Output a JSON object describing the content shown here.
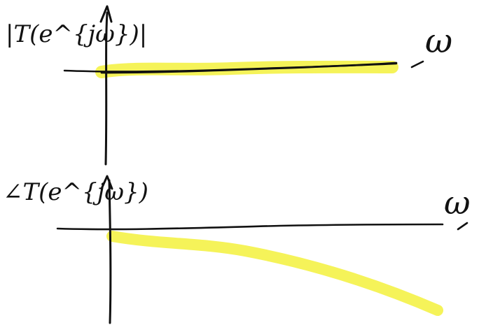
{
  "diagram": {
    "magnitude_plot": {
      "y_label": "|T(e^{jω})|",
      "x_label": "ω",
      "description_of_curve": "flat"
    },
    "phase_plot": {
      "y_label": "∠T(e^{jω})",
      "x_label": "ω",
      "description_of_curve": "decreasing"
    },
    "colors": {
      "ink": "#111111",
      "highlight": "#f2ef2a",
      "background": "#ffffff"
    }
  }
}
